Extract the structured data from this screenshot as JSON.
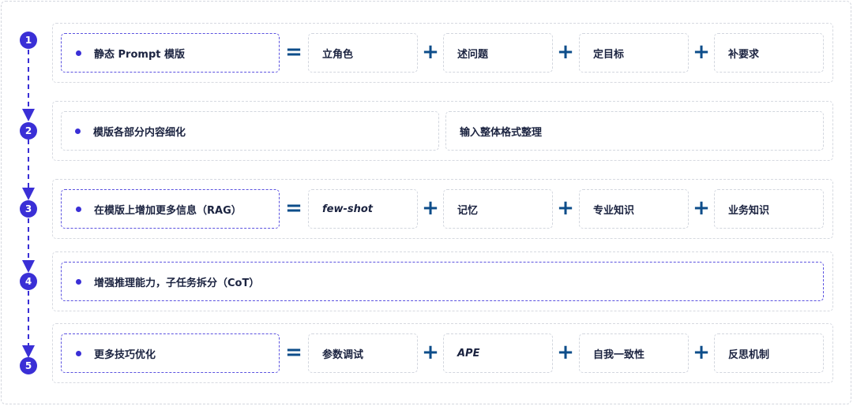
{
  "colors": {
    "accent": "#3a2fd6",
    "operator": "#0d4d8a",
    "text": "#1b2340",
    "border": "#d2d6de"
  },
  "steps": [
    {
      "number": "1",
      "main": "静态 Prompt 模版",
      "operator": "=",
      "items": [
        {
          "label": "立角色",
          "sep": "+"
        },
        {
          "label": "述问题",
          "sep": "+"
        },
        {
          "label": "定目标",
          "sep": "+"
        },
        {
          "label": "补要求",
          "sep": ""
        }
      ]
    },
    {
      "number": "2",
      "main": "模版各部分内容细化",
      "secondary": "输入整体格式整理"
    },
    {
      "number": "3",
      "main": "在模版上增加更多信息（RAG）",
      "operator": "=",
      "items": [
        {
          "label": "few-shot",
          "sep": "+"
        },
        {
          "label": "记忆",
          "sep": "+"
        },
        {
          "label": "专业知识",
          "sep": "+"
        },
        {
          "label": "业务知识",
          "sep": ""
        }
      ]
    },
    {
      "number": "4",
      "main": "增强推理能力，子任务拆分（CoT）"
    },
    {
      "number": "5",
      "main": "更多技巧优化",
      "operator": "=",
      "items": [
        {
          "label": "参数调试",
          "sep": "+"
        },
        {
          "label": "APE",
          "sep": "+"
        },
        {
          "label": "自我一致性",
          "sep": "+"
        },
        {
          "label": "反思机制",
          "sep": ""
        }
      ]
    }
  ]
}
